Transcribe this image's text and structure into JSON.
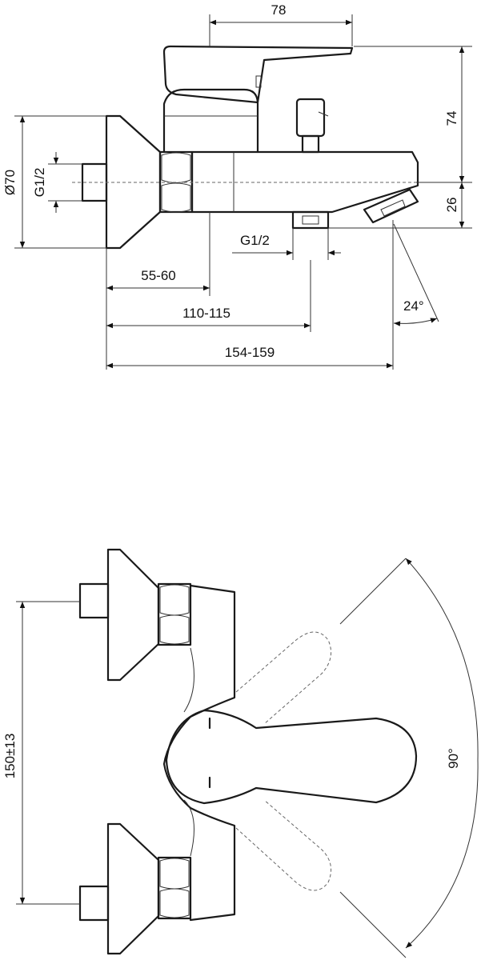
{
  "dimensions": {
    "top_width": "78",
    "height_handle": "74",
    "height_spout": "26",
    "diameter": "Ø70",
    "thread_inlet": "G1/2",
    "thread_outlet": "G1/2",
    "depth_wall_body": "55-60",
    "depth_outlet": "110-115",
    "depth_spout": "154-159",
    "spout_angle": "24°",
    "centre_distance": "150±13",
    "lever_rotation": "90°"
  }
}
